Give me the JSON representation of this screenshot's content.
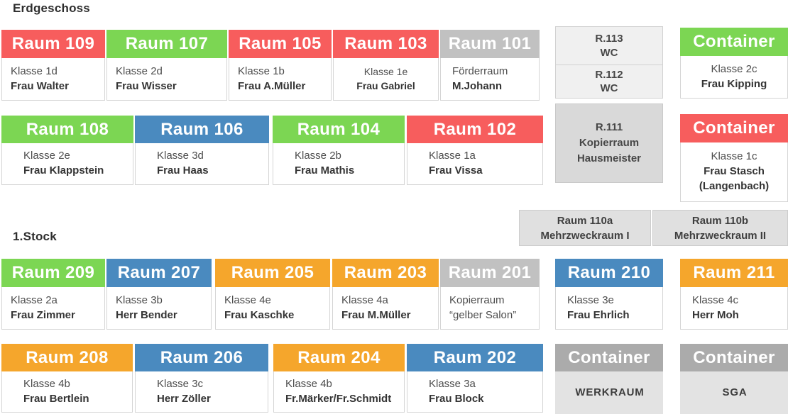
{
  "colors": {
    "red": "#f75d5d",
    "green": "#7cd653",
    "blue": "#4a8abf",
    "orange": "#f5a62c",
    "gray": "#c1c1c1",
    "container_gray": "#ababab",
    "light_gray_fill": "#f0f0f0",
    "mid_gray_fill": "#e0e0e0",
    "dark_gray_fill": "#d9d9d9"
  },
  "erdgeschoss": {
    "title": "Erdgeschoss",
    "row1": [
      {
        "name": "Raum 109",
        "color": "red",
        "line1": "Klasse 1d",
        "line2": "Frau Walter"
      },
      {
        "name": "Raum 107",
        "color": "green",
        "line1": "Klasse 2d",
        "line2": "Frau Wisser"
      },
      {
        "name": "Raum 105",
        "color": "red",
        "line1": "Klasse 1b",
        "line2": "Frau A.Müller"
      },
      {
        "name": "Raum 103",
        "color": "red",
        "line1": "Klasse 1e",
        "line2": "Frau Gabriel"
      },
      {
        "name": "Raum 101",
        "color": "gray",
        "line1": "Förderraum",
        "line2": "M.Johann"
      }
    ],
    "row2": [
      {
        "name": "Raum 108",
        "color": "green",
        "line1": "Klasse 2e",
        "line2": "Frau Klappstein"
      },
      {
        "name": "Raum 106",
        "color": "blue",
        "line1": "Klasse 3d",
        "line2": "Frau Haas"
      },
      {
        "name": "Raum 104",
        "color": "green",
        "line1": "Klasse 2b",
        "line2": "Frau Mathis"
      },
      {
        "name": "Raum 102",
        "color": "red",
        "line1": "Klasse 1a",
        "line2": "Frau Vissa"
      }
    ],
    "wc": {
      "top_line1": "R.113",
      "top_line2": "WC",
      "bottom_line1": "R.112",
      "bottom_line2": "WC"
    },
    "r111": {
      "line1": "R.111",
      "line2": "Kopierraum",
      "line3": "Hausmeister"
    },
    "container_green": {
      "label": "Container",
      "color": "green",
      "line1": "Klasse 2c",
      "line2": "Frau Kipping"
    },
    "container_red": {
      "label": "Container",
      "color": "red",
      "line1": "Klasse 1c",
      "line2": "Frau Stasch",
      "line3": "(Langenbach)"
    },
    "mehrzweck": [
      {
        "line1": "Raum 110a",
        "line2": "Mehrzweckraum I"
      },
      {
        "line1": "Raum 110b",
        "line2": "Mehrzweckraum II"
      }
    ]
  },
  "stock1": {
    "title": "1.Stock",
    "row1": [
      {
        "name": "Raum 209",
        "color": "green",
        "line1": "Klasse 2a",
        "line2": "Frau Zimmer"
      },
      {
        "name": "Raum 207",
        "color": "blue",
        "line1": "Klasse 3b",
        "line2": "Herr Bender"
      },
      {
        "name": "Raum 205",
        "color": "orange",
        "line1": "Klasse 4e",
        "line2": "Frau Kaschke"
      },
      {
        "name": "Raum 203",
        "color": "orange",
        "line1": "Klasse 4a",
        "line2": "Frau M.Müller"
      },
      {
        "name": "Raum 201",
        "color": "gray",
        "line1": "Kopierraum",
        "line2": "“gelber Salon”"
      }
    ],
    "row2": [
      {
        "name": "Raum 208",
        "color": "orange",
        "line1": "Klasse 4b",
        "line2": "Frau Bertlein"
      },
      {
        "name": "Raum 206",
        "color": "blue",
        "line1": "Klasse 3c",
        "line2": "Herr Zöller"
      },
      {
        "name": "Raum 204",
        "color": "orange",
        "line1": "Klasse 4b",
        "line2": "Fr.Märker/Fr.Schmidt"
      },
      {
        "name": "Raum 202",
        "color": "blue",
        "line1": "Klasse 3a",
        "line2": "Frau Block"
      }
    ],
    "raum210": {
      "name": "Raum 210",
      "color": "blue",
      "line1": "Klasse 3e",
      "line2": "Frau Ehrlich"
    },
    "raum211": {
      "name": "Raum 211",
      "color": "orange",
      "line1": "Klasse 4c",
      "line2": "Herr Moh"
    },
    "container_werkraum": {
      "label": "Container",
      "color": "container_gray",
      "line1": "WERKRAUM"
    },
    "container_sga": {
      "label": "Container",
      "color": "container_gray",
      "line1": "SGA"
    }
  }
}
